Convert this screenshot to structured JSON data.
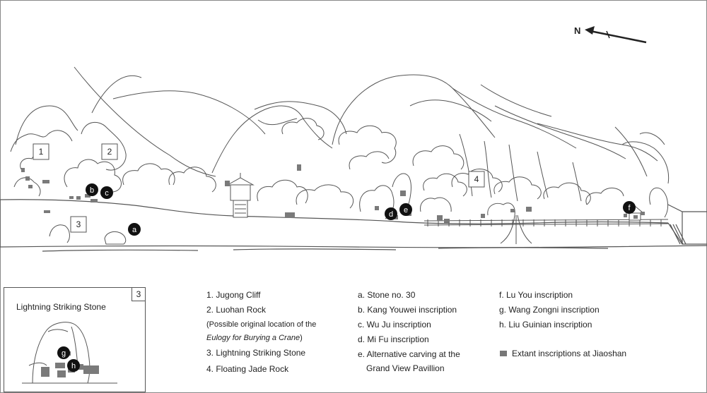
{
  "north_label": "N",
  "site_labels": {
    "numbered": [
      "1",
      "2",
      "3",
      "4"
    ],
    "lettered": [
      "a",
      "b",
      "c",
      "d",
      "e",
      "f"
    ]
  },
  "inset": {
    "number": "3",
    "title": "Lightning Striking Stone",
    "markers": [
      "g",
      "h"
    ]
  },
  "legend": {
    "numbered": [
      "1. Jugong Cliff",
      "2. Luohan Rock",
      "3. Lightning Striking Stone",
      "4. Floating Jade Rock"
    ],
    "note_prefix": "(Possible original location of the",
    "note_italic": "Eulogy for Burying a Crane",
    "note_suffix": ")",
    "lettered_col1": [
      "a. Stone no. 30",
      "b. Kang Youwei inscription",
      "c. Wu Ju inscription",
      "d. Mi Fu inscription",
      "e. Alternative carving at the",
      "Grand View Pavillion"
    ],
    "lettered_col2": [
      "f. Lu You inscription",
      "g. Wang Zongni inscription",
      "h. Liu Guinian inscription"
    ],
    "swatch_label": "Extant inscriptions at Jiaoshan",
    "swatch_color": "#777777"
  }
}
